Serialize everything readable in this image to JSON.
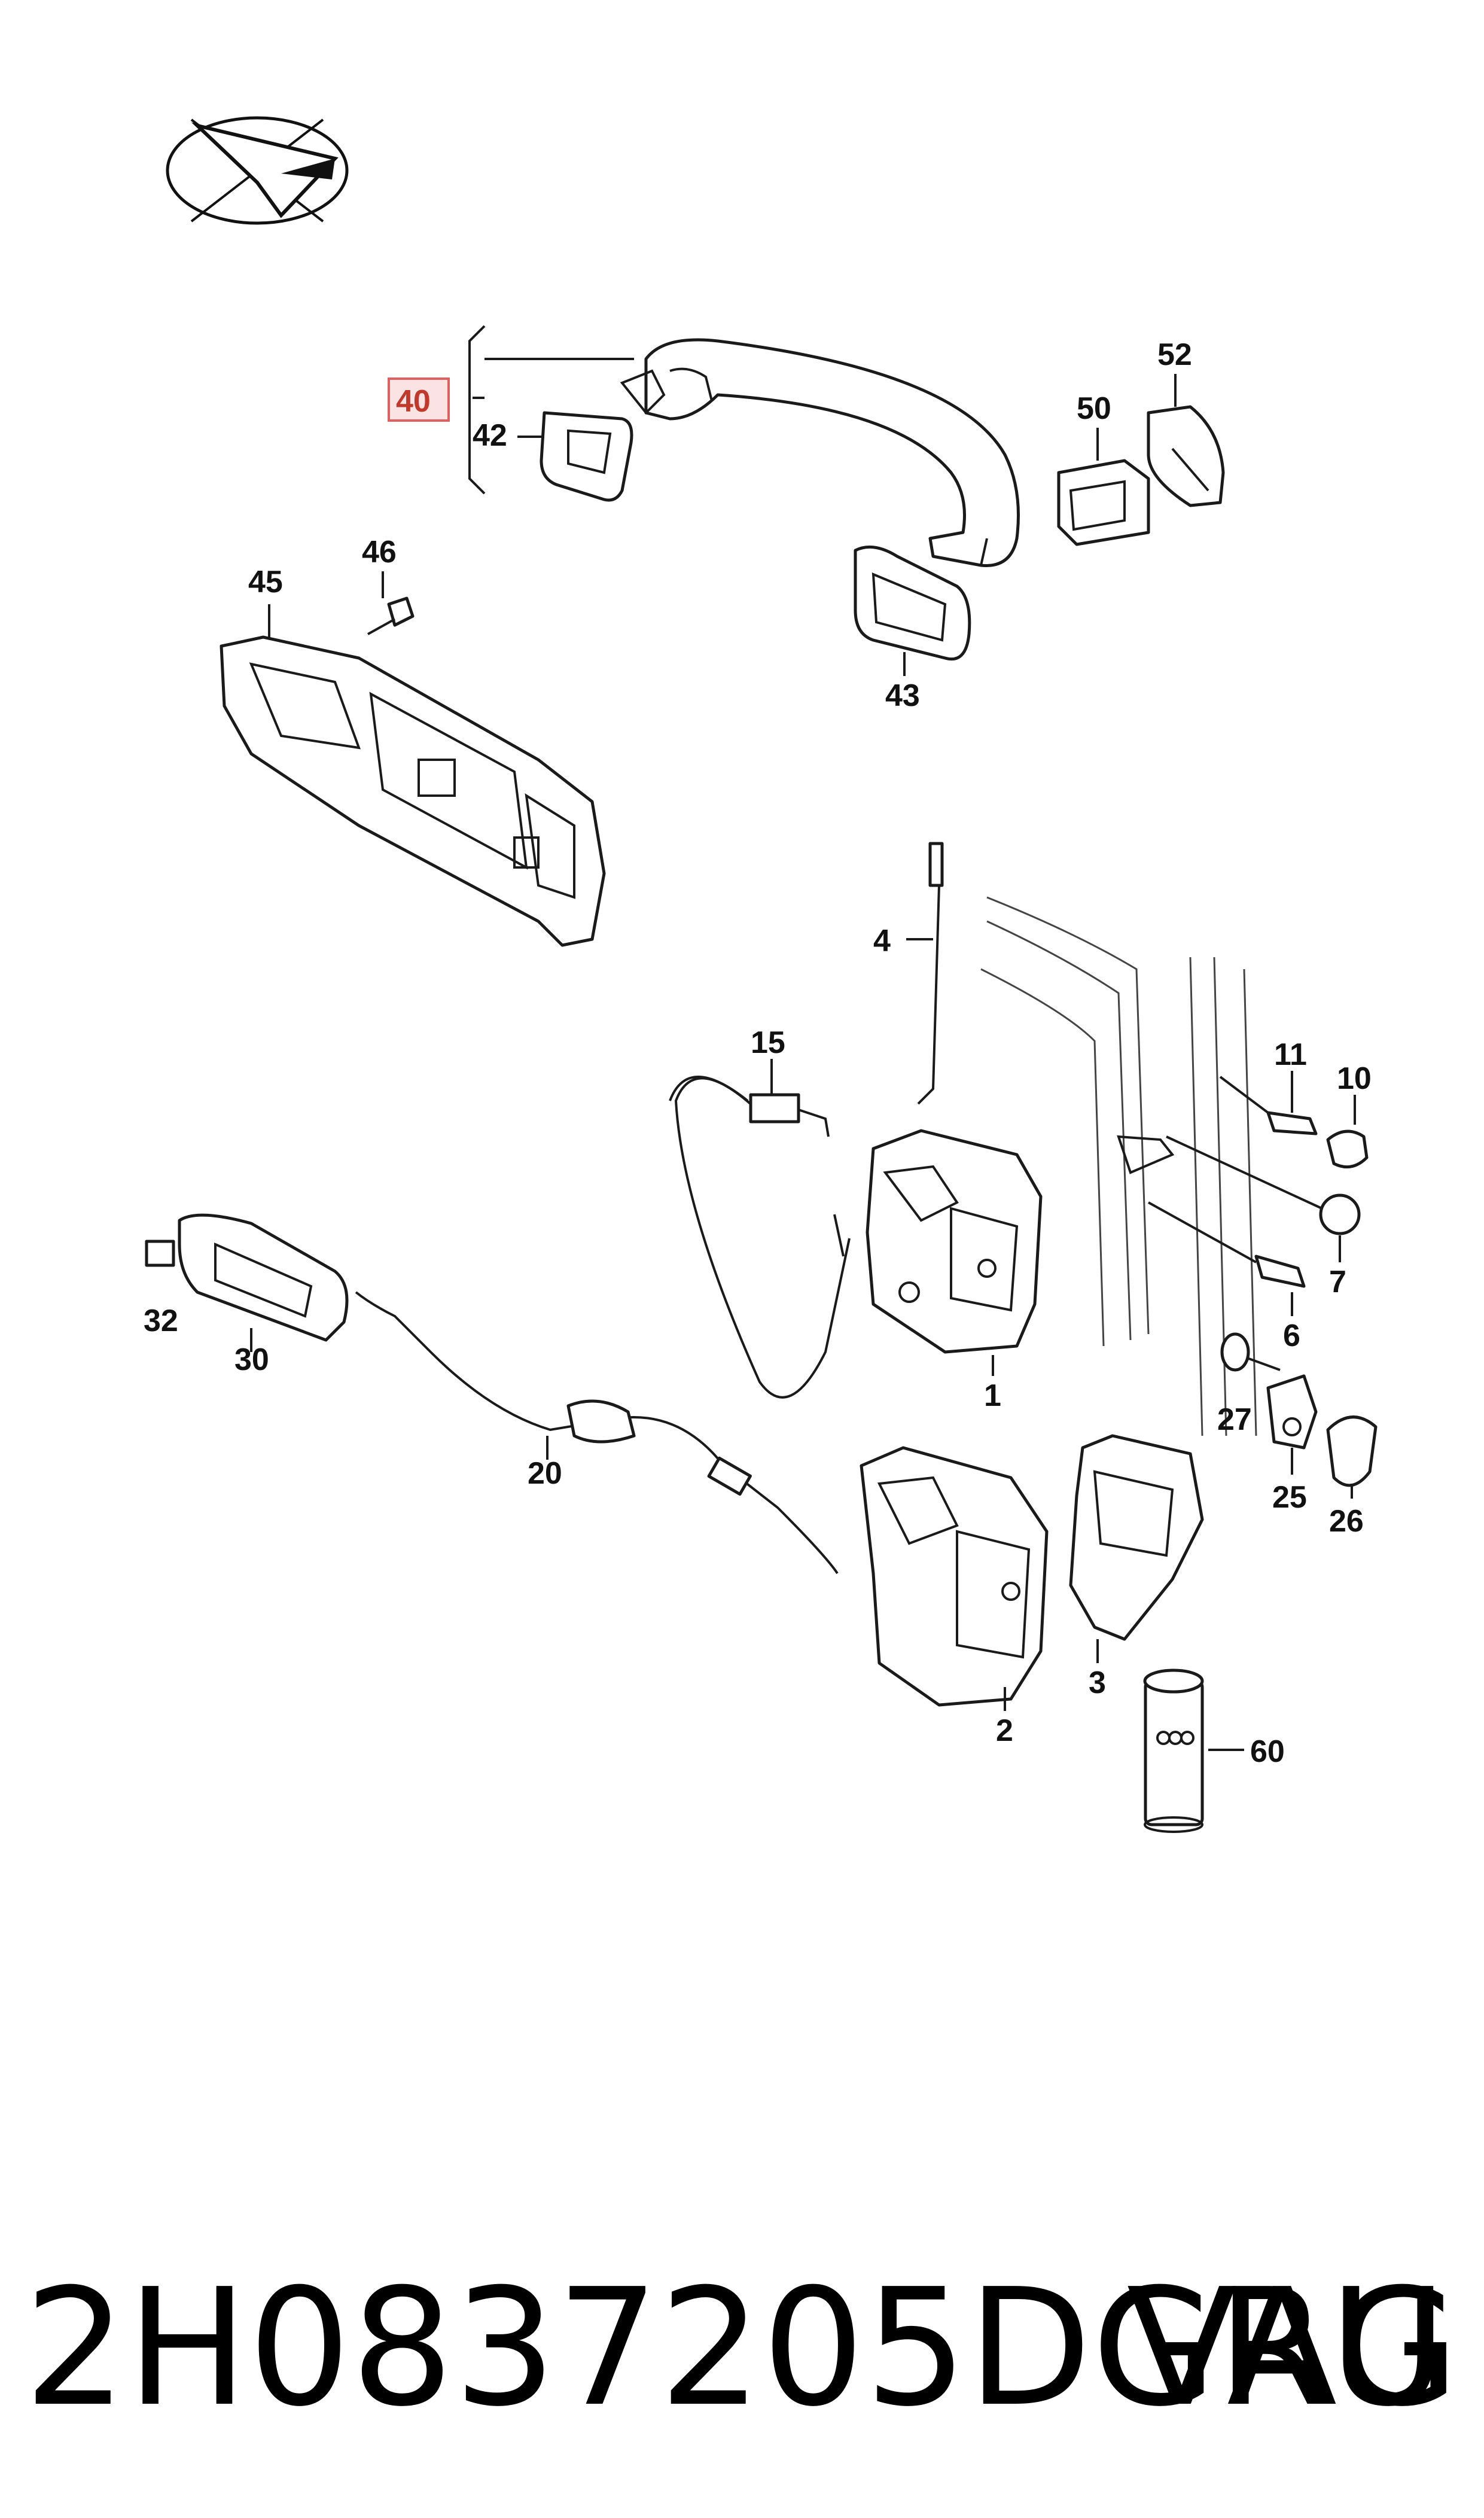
{
  "labels": {
    "p1": "1",
    "p2": "2",
    "p3": "3",
    "p4": "4",
    "p6": "6",
    "p7": "7",
    "p10": "10",
    "p11": "11",
    "p15": "15",
    "p20": "20",
    "p25": "25",
    "p26": "26",
    "p27": "27",
    "p30": "30",
    "p32": "32",
    "p40": "40",
    "p42": "42",
    "p43": "43",
    "p45": "45",
    "p46": "46",
    "p50": "50",
    "p52": "52",
    "p60": "60"
  },
  "highlighted_part": "40",
  "highlight_color": "#e06060",
  "footer": {
    "part_number": "2H0837205DGRU",
    "brand": "VAG"
  }
}
